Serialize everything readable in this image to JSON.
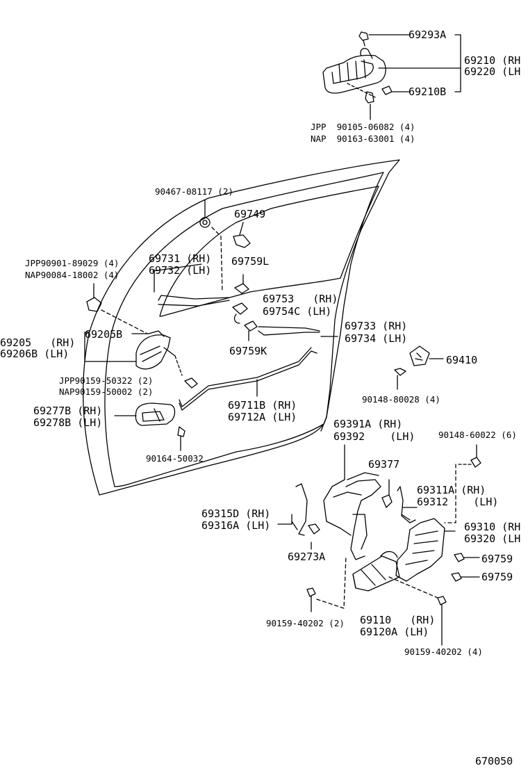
{
  "diagram_id": "670050",
  "labels": {
    "l_69293A": "69293A",
    "l_69210": "69210 (RH",
    "l_69220": "69220 (LH",
    "l_69210B": "69210B",
    "l_jpp1": "JPP  90105-06082 (4)",
    "l_nap1": "NAP  90163-63001 (4)",
    "l_90467": "90467-08117 (2)",
    "l_69749": "69749",
    "l_jpp2": "JPP90901-89029 (4)",
    "l_nap2": "NAP90084-18002 (4)",
    "l_69731": "69731 (RH)",
    "l_69732": "69732 (LH)",
    "l_69759L": "69759L",
    "l_69753": "69753   (RH)",
    "l_69754C": "69754C (LH)",
    "l_69205B": "69205B",
    "l_69205": "69205   (RH)",
    "l_69206B": "69206B (LH)",
    "l_69733": "69733 (RH)",
    "l_69734": "69734 (LH)",
    "l_69759K": "69759K",
    "l_69410": "69410",
    "l_jpp3": "JPP90159-50322 (2)",
    "l_nap3": "NAP90159-50002 (2)",
    "l_90148a": "90148-80028 (4)",
    "l_69277B": "69277B (RH)",
    "l_69278B": "69278B (LH)",
    "l_69711B": "69711B (RH)",
    "l_69712A": "69712A (LH)",
    "l_69391A": "69391A (RH)",
    "l_69392": "69392    (LH)",
    "l_90148b": "90148-60022 (6)",
    "l_90164": "90164-50032",
    "l_69377": "69377",
    "l_69311A": "69311A (RH)",
    "l_69312": "69312    (LH)",
    "l_69315D": "69315D (RH)",
    "l_69316A": "69316A (LH)",
    "l_69310": "69310 (RH",
    "l_69320": "69320 (LH",
    "l_69273A": "69273A",
    "l_69759a": "69759",
    "l_69759b": "69759",
    "l_69110": "69110   (RH)",
    "l_69120A": "69120A (LH)",
    "l_90159a": "90159-40202 (2)",
    "l_90159b": "90159-40202 (4)",
    "l_670050": "670050"
  }
}
